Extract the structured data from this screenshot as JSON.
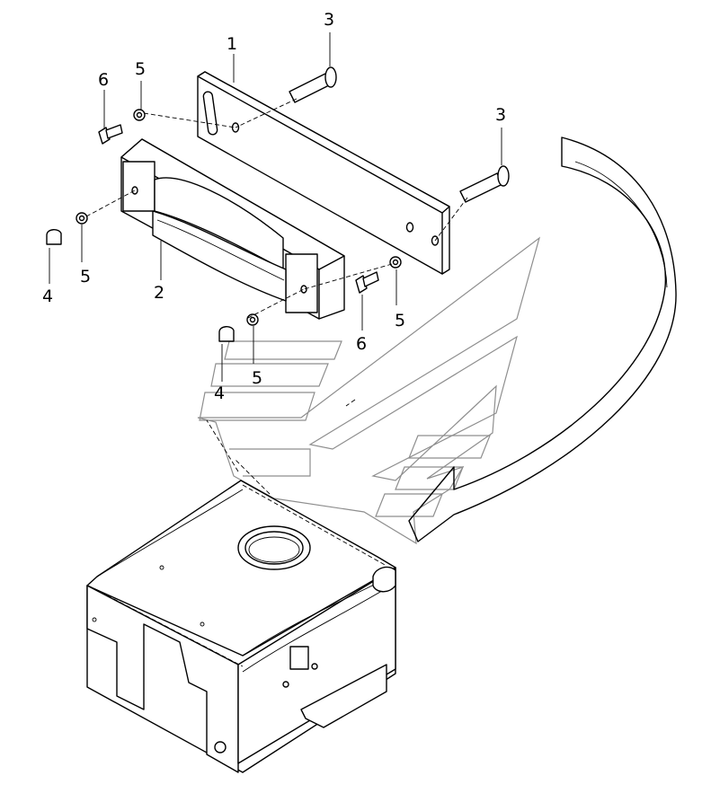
{
  "callouts": [
    {
      "id": "1",
      "label": "1"
    },
    {
      "id": "2",
      "label": "2"
    },
    {
      "id": "3a",
      "label": "3"
    },
    {
      "id": "3b",
      "label": "3"
    },
    {
      "id": "4a",
      "label": "4"
    },
    {
      "id": "4b",
      "label": "4"
    },
    {
      "id": "5a",
      "label": "5"
    },
    {
      "id": "5b",
      "label": "5"
    },
    {
      "id": "5c",
      "label": "5"
    },
    {
      "id": "5d",
      "label": "5"
    },
    {
      "id": "6a",
      "label": "6"
    },
    {
      "id": "6b",
      "label": "6"
    }
  ],
  "colors": {
    "line": "#000000",
    "background": "#ffffff",
    "watermark": "#8e8e8e"
  }
}
